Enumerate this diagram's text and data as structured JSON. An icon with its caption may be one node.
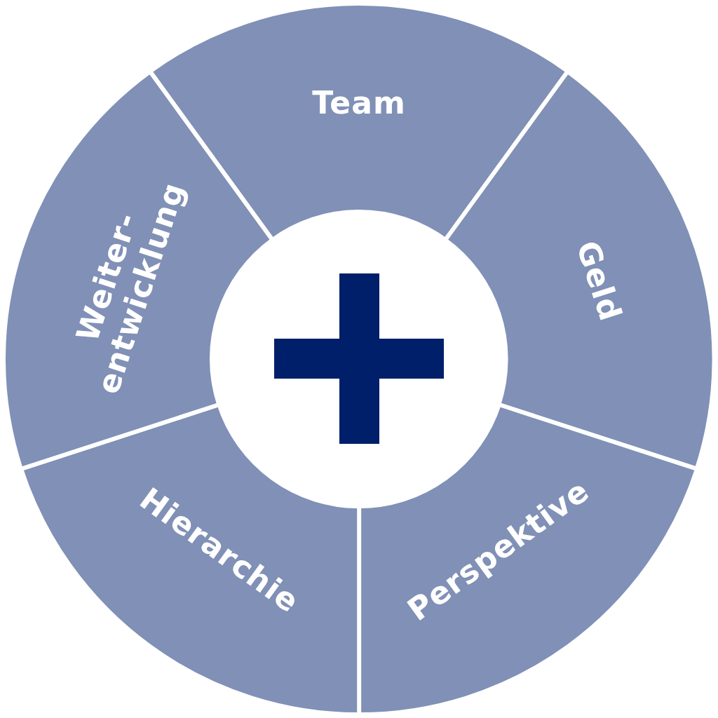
{
  "diagram": {
    "nodes": [
      {
        "text": [
          "Team"
        ]
      },
      {
        "text": [
          "Geld"
        ]
      },
      {
        "text": [
          "Perspektive"
        ]
      },
      {
        "text": [
          "Hierarchie"
        ]
      },
      {
        "text": [
          "Weiter- entwicklung"
        ]
      }
    ]
  }
}
